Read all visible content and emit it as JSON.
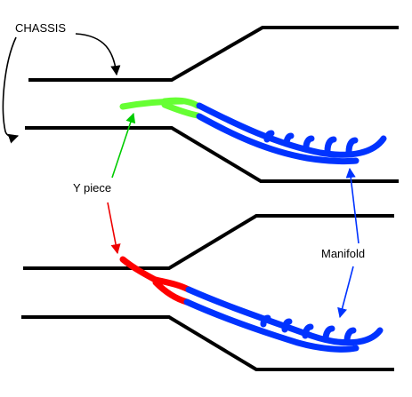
{
  "labels": {
    "chassis": "CHASSIS",
    "y_piece": "Y piece",
    "manifold": "Manifold"
  },
  "colors": {
    "chassis": "#000000",
    "y_piece_top": "#66ff33",
    "y_piece_bottom": "#ff0000",
    "manifold": "#0033ff",
    "arrow_black": "#000000",
    "arrow_green": "#00cc00",
    "arrow_red": "#ee0000",
    "arrow_blue": "#0033ff"
  }
}
